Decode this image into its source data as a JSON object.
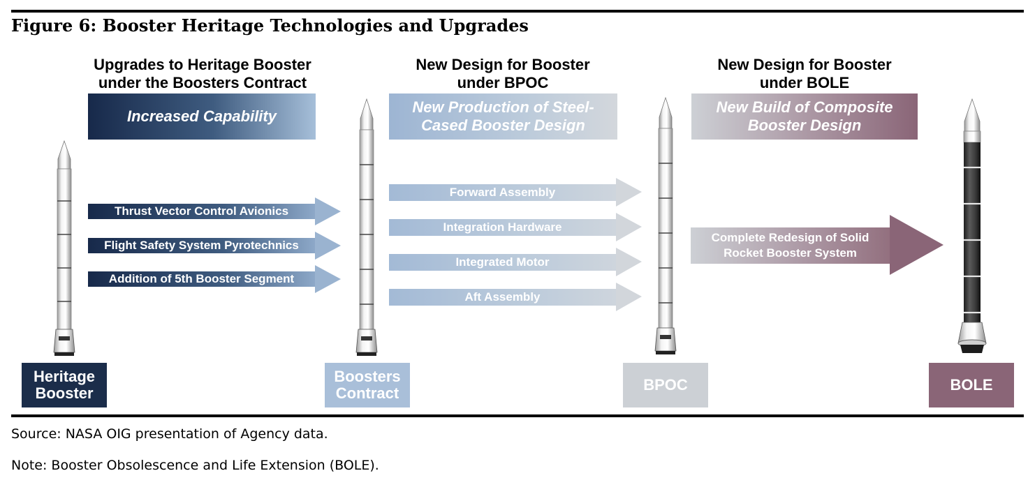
{
  "figure": {
    "title": "Figure 6: Booster Heritage Technologies and Upgrades"
  },
  "columns": [
    {
      "heading_line1": "Upgrades to Heritage Booster",
      "heading_line2": "under the Boosters Contract",
      "banner_line1": "Increased Capability",
      "banner_line2": ""
    },
    {
      "heading_line1": "New Design for Booster",
      "heading_line2": "under BPOC",
      "banner_line1": "New Production of Steel-",
      "banner_line2": "Cased Booster Design"
    },
    {
      "heading_line1": "New Design for Booster",
      "heading_line2": "under BOLE",
      "banner_line1": "New Build of Composite",
      "banner_line2": "Booster Design"
    }
  ],
  "arrows_boosters": [
    "Thrust Vector Control Avionics",
    "Flight Safety System Pyrotechnics",
    "Addition of 5th Booster Segment"
  ],
  "arrows_bpoc": [
    "Forward Assembly",
    "Integration Hardware",
    "Integrated Motor",
    "Aft Assembly"
  ],
  "arrow_bole": {
    "line1": "Complete Redesign of Solid",
    "line2": "Rocket Booster System"
  },
  "boosters": [
    {
      "line1": "Heritage",
      "line2": "Booster",
      "color": "#1b2d4a"
    },
    {
      "line1": "Boosters",
      "line2": "Contract",
      "color": "#a9bfd9"
    },
    {
      "line1": "BPOC",
      "line2": "",
      "color": "#ccd0d5"
    },
    {
      "line1": "BOLE",
      "line2": "",
      "color": "#8a6577"
    }
  ],
  "colors": {
    "navy": "#1b2d4a",
    "light_blue": "#a9bfd9",
    "gray": "#ccd0d5",
    "mauve": "#8a6577"
  },
  "footer": {
    "source": "Source: NASA OIG presentation of Agency data.",
    "note": "Note: Booster Obsolescence and Life Extension (BOLE)."
  }
}
